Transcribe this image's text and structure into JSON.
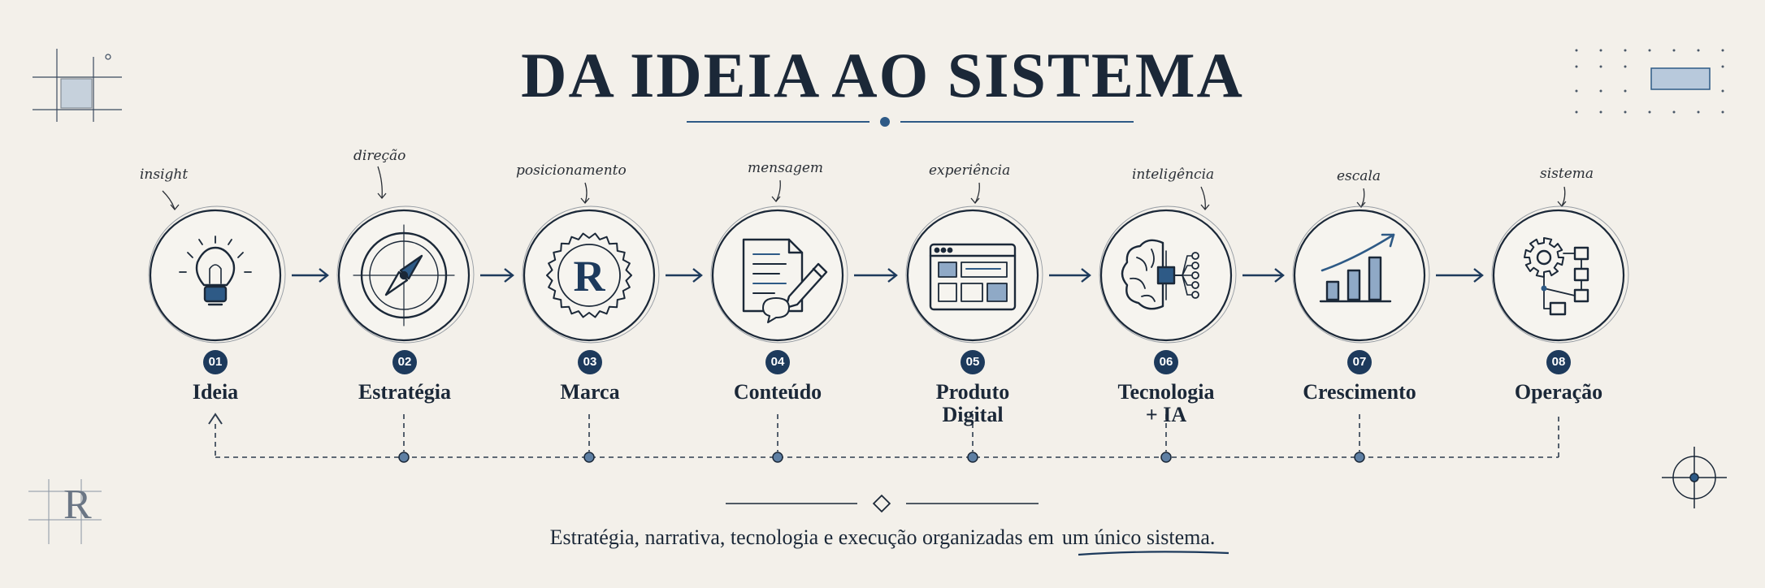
{
  "title": "DA IDEIA AO SISTEMA",
  "steps": [
    {
      "number": "01",
      "label": "Ideia",
      "note": "insight",
      "icon": "lightbulb-icon"
    },
    {
      "number": "02",
      "label": "Estratégia",
      "note": "direção",
      "icon": "compass-icon"
    },
    {
      "number": "03",
      "label": "Marca",
      "note": "posicionamento",
      "icon": "brand-seal-icon"
    },
    {
      "number": "04",
      "label": "Conteúdo",
      "note": "mensagem",
      "icon": "document-pen-icon"
    },
    {
      "number": "05",
      "label": "Produto Digital",
      "note": "experiência",
      "icon": "browser-window-icon"
    },
    {
      "number": "06",
      "label": "Tecnologia + IA",
      "note": "inteligência",
      "icon": "brain-chip-icon"
    },
    {
      "number": "07",
      "label": "Crescimento",
      "note": "escala",
      "icon": "growth-chart-icon"
    },
    {
      "number": "08",
      "label": "Operação",
      "note": "sistema",
      "icon": "gear-flow-icon"
    }
  ],
  "seal_letter": "R",
  "corner_monogram": "R",
  "footer": {
    "text": "Estratégia, narrativa, tecnologia e execução organizadas em",
    "highlight": "um único sistema."
  },
  "colors": {
    "ink": "#1b2838",
    "accent": "#1d3a5c",
    "paper": "#f3f0ea"
  }
}
